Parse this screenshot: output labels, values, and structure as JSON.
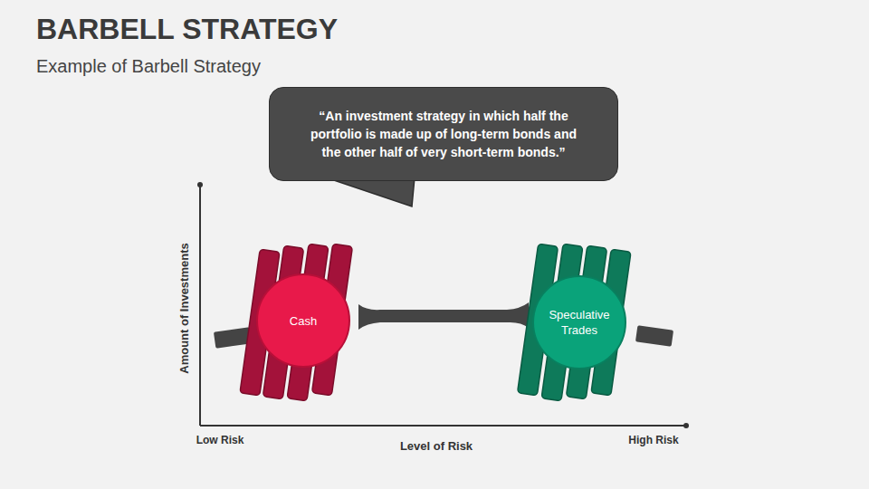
{
  "diagram": {
    "title": "BARBELL STRATEGY",
    "nodes": [
      {
        "text": [
          "“An investment strategy in which half the portfolio is made up of long-term bonds and the other half of very short-term bonds.”"
        ]
      },
      {
        "text": [
          "Cash"
        ]
      },
      {
        "text": [
          "Speculative Trades"
        ]
      }
    ],
    "labels": [
      "Example of Barbell Strategy",
      "Amount of Investments",
      "Low Risk",
      "Level of Risk",
      "High Risk"
    ]
  }
}
